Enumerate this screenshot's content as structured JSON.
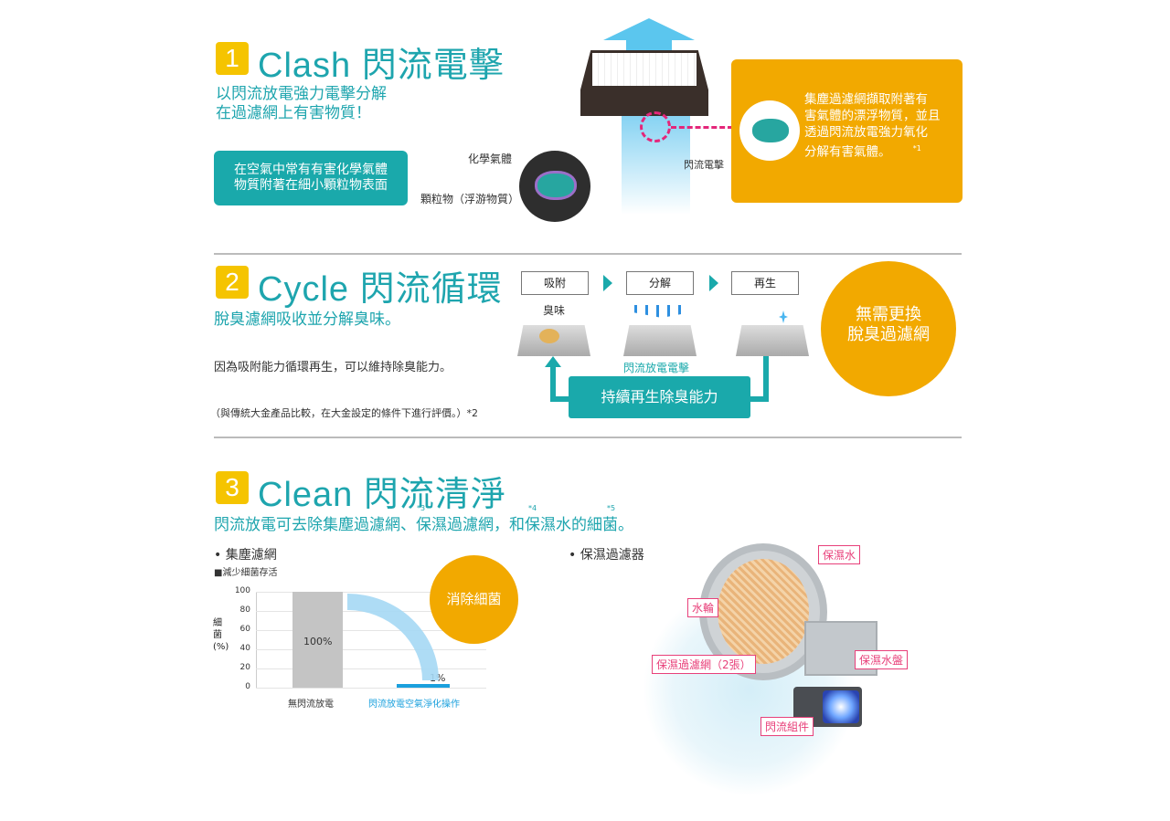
{
  "section1": {
    "number": "1",
    "title": "Clash 閃流電擊",
    "subtitle_lines": [
      "以閃流放電強力電擊分解",
      "在過濾網上有害物質！"
    ],
    "box_lines": [
      "在空氣中常有有害化學氣體",
      "物質附著在細小顆粒物表面"
    ],
    "label_chemical": "化學氣體",
    "label_particle": "顆粒物（浮游物質）",
    "label_streamer": "閃流電擊",
    "callout_lines": [
      "集塵過濾網擷取附著有",
      "害氣體的漂浮物質，並且",
      "透過閃流放電強力氧化",
      "分解有害氣體。"
    ],
    "callout_note": "*1"
  },
  "section2": {
    "number": "2",
    "title": "Cycle 閃流循環",
    "subtitle": "脫臭濾網吸收並分解臭味。",
    "body": "因為吸附能力循環再生，可以維持除臭能力。",
    "note": "（與傳統大金產品比較，在大金設定的條件下進行評價。）*2",
    "steps": [
      "吸附",
      "分解",
      "再生"
    ],
    "odor_label": "臭味",
    "streamer_label": "閃流放電電擊",
    "cycle_label": "持續再生除臭能力",
    "circle_lines": [
      "無需更換",
      "脫臭過濾網"
    ]
  },
  "section3": {
    "number": "3",
    "title": "Clean 閃流清淨",
    "subtitle": "閃流放電可去除集塵過濾網、保濕過濾網，和保濕水的細菌。",
    "sup3": "*3",
    "sup4": "*4",
    "sup5": "*5",
    "left_heading": "• 集塵濾網",
    "chart_caption": "■減少細菌存活",
    "right_heading": "• 保濕過濾器",
    "circle_label": "消除細菌",
    "parts": {
      "water": "保濕水",
      "wheel": "水輪",
      "filter": "保濕過濾網（2張）",
      "tray": "保濕水盤",
      "unit": "閃流組件"
    }
  },
  "chart_data": {
    "type": "bar",
    "categories": [
      "無閃流放電",
      "閃流放電空氣淨化操作"
    ],
    "values": [
      100,
      1
    ],
    "value_labels": [
      "100%",
      "1%"
    ],
    "ylabel": "細菌(%)",
    "ylabel_chars": [
      "細",
      "菌",
      "(%)"
    ],
    "ylim": [
      0,
      100
    ],
    "yticks": [
      0,
      20,
      40,
      60,
      80,
      100
    ],
    "grid": true,
    "colors": [
      "#c4c4c4",
      "#1aa0dd"
    ]
  },
  "colors": {
    "teal": "#1aa9ab",
    "heading": "#1ea5ae",
    "yellow": "#f5c400",
    "orange": "#f2a900",
    "pink": "#e8407a"
  }
}
